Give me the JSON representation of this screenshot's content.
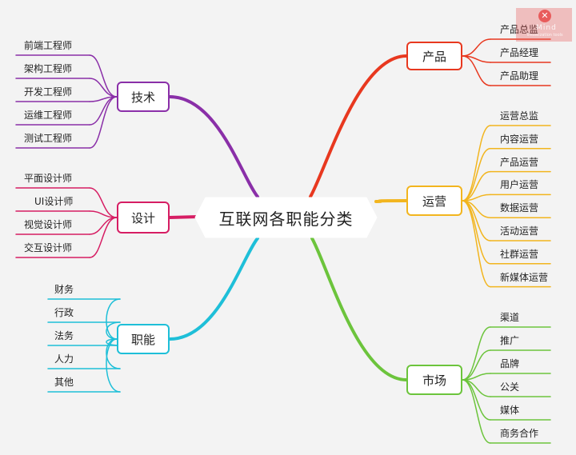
{
  "diagram": {
    "center": "互联网各职能分类",
    "branches": [
      {
        "id": "product",
        "label": "产品",
        "color": "#e8381f",
        "leaves": [
          "产品总监",
          "产品经理",
          "产品助理"
        ]
      },
      {
        "id": "operation",
        "label": "运营",
        "color": "#f2b51e",
        "leaves": [
          "运营总监",
          "内容运营",
          "产品运营",
          "用户运营",
          "数据运营",
          "活动运营",
          "社群运营",
          "新媒体运营"
        ]
      },
      {
        "id": "market",
        "label": "市场",
        "color": "#6cc43c",
        "leaves": [
          "渠道",
          "推广",
          "品牌",
          "公关",
          "媒体",
          "商务合作"
        ]
      },
      {
        "id": "tech",
        "label": "技术",
        "color": "#8a2fa8",
        "leaves": [
          "前端工程师",
          "架构工程师",
          "开发工程师",
          "运维工程师",
          "测试工程师"
        ]
      },
      {
        "id": "design",
        "label": "设计",
        "color": "#d61d63",
        "leaves": [
          "平面设计师",
          "UI设计师",
          "视觉设计师",
          "交互设计师"
        ]
      },
      {
        "id": "function",
        "label": "职能",
        "color": "#1ebfd8",
        "leaves": [
          "财务",
          "行政",
          "法务",
          "人力",
          "其他"
        ]
      }
    ]
  },
  "watermark": {
    "text": "Mind",
    "icon": "close-circle-icon",
    "icon_glyph": "✕",
    "subtext": "Visualization tools"
  }
}
